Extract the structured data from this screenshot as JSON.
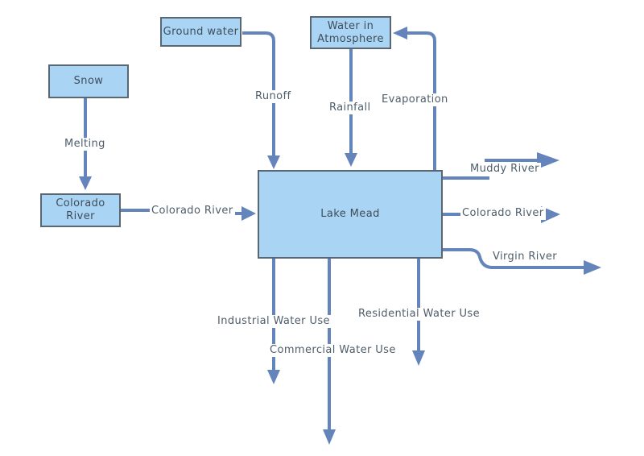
{
  "diagram": {
    "type": "flow-diagram",
    "subject": "Lake Mead water cycle",
    "boxes": {
      "ground_water": {
        "label": "Ground water"
      },
      "water_in_atmosphere": {
        "label": "Water in Atmosphere"
      },
      "snow": {
        "label": "Snow"
      },
      "colorado_river": {
        "label": "Colorado River"
      },
      "lake_mead": {
        "label": "Lake Mead"
      }
    },
    "edge_labels": {
      "runoff": "Runoff",
      "rainfall": "Rainfall",
      "evaporation": "Evaporation",
      "melting": "Melting",
      "colorado_river_inflow": "Colorado River",
      "muddy_river": "Muddy River",
      "colorado_river_outflow": "Colorado River",
      "virgin_river": "Virgin River",
      "industrial_water_use": "Industrial Water Use",
      "commercial_water_use": "Commercial Water Use",
      "residential_water_use": "Residential Water Use"
    },
    "colors": {
      "background": "#FFFFFF",
      "box_fill": "#AAD4F4",
      "box_border": "#5B6673",
      "connector": "#6484BC",
      "box_text": "#3F4D5A",
      "label_text": "#4E5D6B"
    }
  }
}
